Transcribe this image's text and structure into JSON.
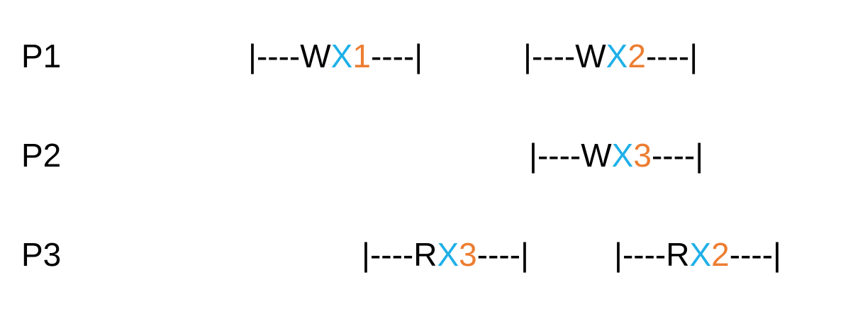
{
  "colors": {
    "text": "#000000",
    "variable": "#1fb0e8",
    "value": "#ed7d31"
  },
  "processes": [
    {
      "label": "P1",
      "ops": [
        {
          "prefix": "|----",
          "type": "W",
          "var": "X",
          "val": "1",
          "suffix": "----|"
        },
        {
          "prefix": "|----",
          "type": "W",
          "var": "X",
          "val": "2",
          "suffix": "----|"
        }
      ]
    },
    {
      "label": "P2",
      "ops": [
        {
          "prefix": "|----",
          "type": "W",
          "var": "X",
          "val": "3",
          "suffix": "----|"
        }
      ]
    },
    {
      "label": "P3",
      "ops": [
        {
          "prefix": "|----",
          "type": "R",
          "var": "X",
          "val": "3",
          "suffix": "----|"
        },
        {
          "prefix": "|----",
          "type": "R",
          "var": "X",
          "val": "2",
          "suffix": "----|"
        }
      ]
    }
  ]
}
